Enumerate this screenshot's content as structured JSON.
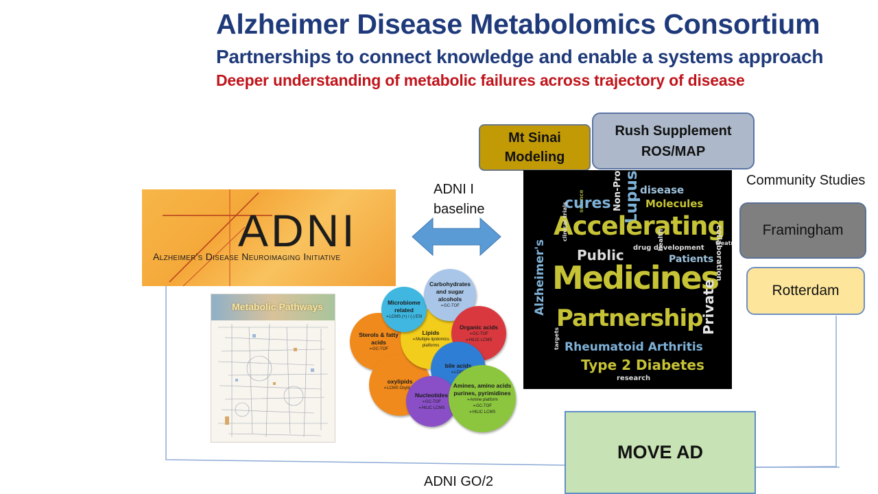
{
  "title": "Alzheimer Disease Metabolomics Consortium",
  "subtitle": "Partnerships to connect knowledge and enable a systems approach",
  "tagline": "Deeper understanding of metabolic failures across trajectory of disease",
  "boxes": {
    "mt_sinai": [
      "Mt Sinai",
      "Modeling"
    ],
    "rush": [
      "Rush Supplement",
      "ROS/MAP"
    ],
    "community_label": "Community Studies",
    "framingham": "Framingham",
    "rotterdam": "Rotterdam",
    "move_ad": "MOVE AD"
  },
  "adni": {
    "baseline": [
      "ADNI I",
      "baseline"
    ],
    "go2": "ADNI GO/2",
    "logo_big": "ADNI",
    "logo_small": "Alzheimer's Disease Neuroimaging Initiative"
  },
  "pathways_title": "Metabolic Pathways",
  "bubbles": [
    {
      "title": "Carbohydrates and sugar alcohols",
      "methods": [
        "GC-TOF"
      ],
      "color": "#a9c6e8"
    },
    {
      "title": "Microbiome related",
      "methods": [
        "LCMS (+) / (-) ESI"
      ],
      "color": "#3fb7e0"
    },
    {
      "title": "Organic acids",
      "methods": [
        "GC-TOF",
        "HILIC LCMS"
      ],
      "color": "#d9383f"
    },
    {
      "title": "Sterols & fatty acids",
      "methods": [
        "GC-TOF"
      ],
      "color": "#f08a1c"
    },
    {
      "title": "Lipids",
      "methods": [
        "Multiple lipidomics platforms"
      ],
      "color": "#f2cd1c"
    },
    {
      "title": "bile acids",
      "methods": [
        "LCMS"
      ],
      "color": "#2f7ed6"
    },
    {
      "title": "oxylipids",
      "methods": [
        "LCMS Oxylipids"
      ],
      "color": "#f08a1c"
    },
    {
      "title": "Nucleotides",
      "methods": [
        "GC-TOF",
        "HILIC LCMS"
      ],
      "color": "#8a4fc7"
    },
    {
      "title": "Amines, amino acids purines, pyrimidines",
      "methods": [
        "Amine platform",
        "GC-TOF",
        "HILIC LCMS"
      ],
      "color": "#8cc63e"
    }
  ],
  "word_cloud": [
    "Accelerating",
    "Medicines",
    "Partnership",
    "Rheumatoid Arthritis",
    "Type 2 Diabetes",
    "Alzheimer's",
    "Lupus",
    "cures",
    "Public",
    "Private",
    "Patients",
    "disease",
    "Molecules",
    "Non-Profit",
    "collaboration",
    "health",
    "research",
    "science",
    "clinical trials",
    "drug development",
    "targets",
    "treatments"
  ]
}
